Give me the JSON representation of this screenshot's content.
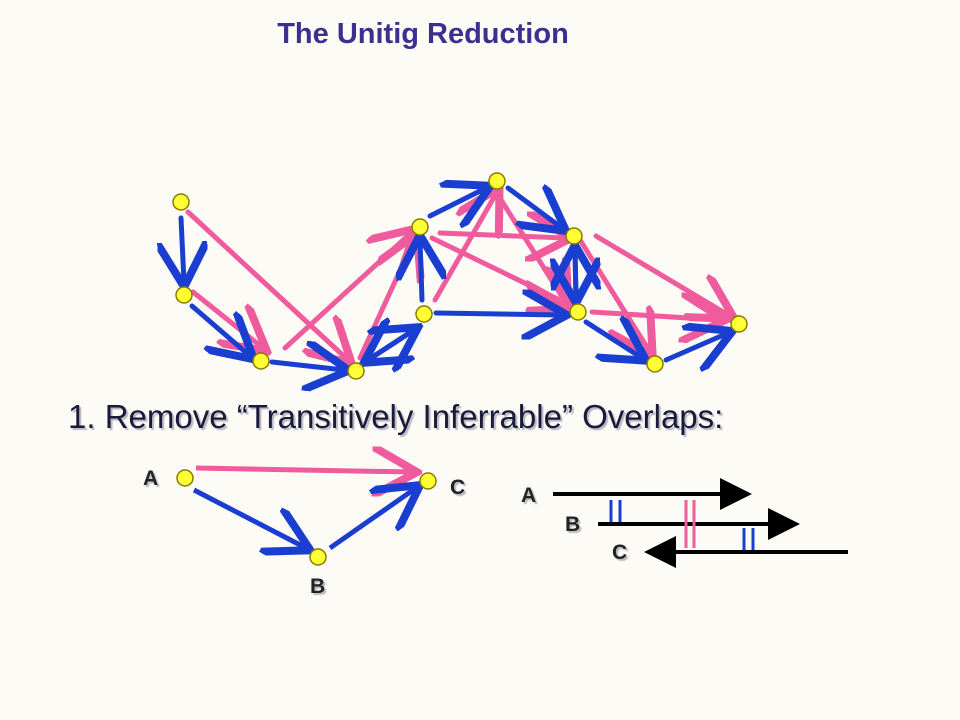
{
  "slide": {
    "title": "The Unitig Reduction",
    "step_text": "1. Remove “Transitively Inferrable” Overlaps:"
  },
  "triangle": {
    "labels": [
      "A",
      "B",
      "C"
    ]
  },
  "reads": {
    "labels": [
      "A",
      "B",
      "C"
    ]
  },
  "colors": {
    "title": "#3b2f8f",
    "blue_edge": "#1a3fd0",
    "pink_edge": "#ef5b9c",
    "node_fill": "#ffff33",
    "node_stroke": "#8a7a00",
    "read_line": "#000000"
  }
}
